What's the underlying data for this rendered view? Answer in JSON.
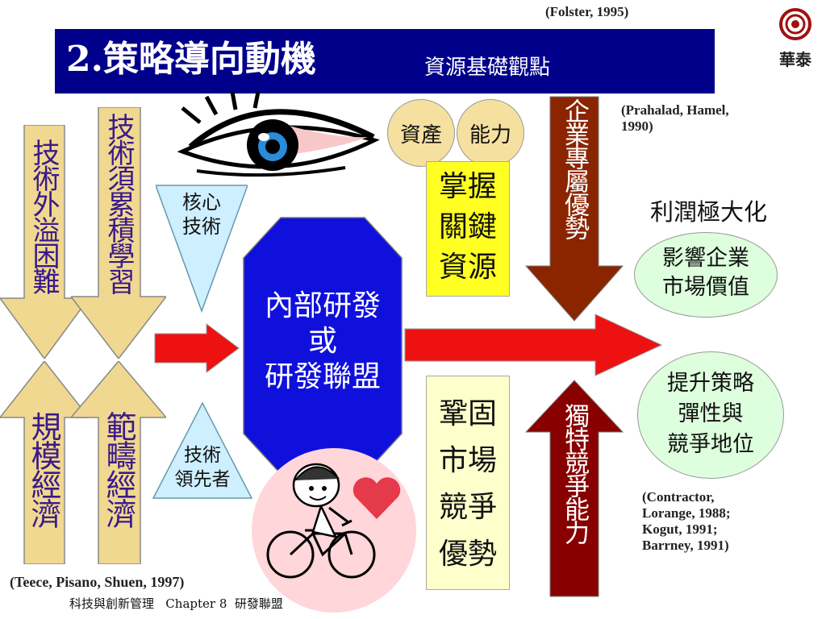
{
  "citations": {
    "folster": "(Folster, 1995)",
    "prahalad_line1": "(Prahalad, Hamel,",
    "prahalad_line2": "1990)",
    "contractor_lines": [
      "(Contractor,",
      "Lorange, 1988;",
      "Kogut, 1991;",
      "Barrney, 1991)"
    ],
    "teece": "(Teece, Pisano, Shuen, 1997)"
  },
  "logo": {
    "text": "華泰"
  },
  "title": {
    "main": "2.策略導向動機",
    "sub": "資源基礎觀點"
  },
  "left_arrows": {
    "tech_spillover": "技術外溢困難",
    "tech_learning": "技術須累積學習",
    "scale_economy": "規模經濟",
    "scope_economy": "範疇經濟"
  },
  "triangles": {
    "core_tech": [
      "核心",
      "技術"
    ],
    "tech_leader": [
      "技術",
      "領先者"
    ]
  },
  "center": {
    "lines": [
      "內部研發",
      "或",
      "研發聯盟"
    ]
  },
  "circles": {
    "assets": "資產",
    "capability": "能力"
  },
  "boxes": {
    "key_resources": [
      "掌握",
      "關鍵",
      "資源"
    ],
    "market_advantage": [
      "鞏固",
      "市場",
      "競爭",
      "優勢"
    ]
  },
  "down_arrow": {
    "text": "企業專屬優勢"
  },
  "up_arrow": {
    "text": "獨特競爭能力"
  },
  "right": {
    "profit_max": "利潤極大化",
    "market_value": [
      "影響企業",
      "市場價值"
    ],
    "strategy_flex": [
      "提升策略",
      "彈性與",
      "競爭地位"
    ]
  },
  "footer": {
    "text": "科技與創新管理   Chapter 8  研發聯盟"
  },
  "colors": {
    "title_bg": "#00008B",
    "arrow_fill": "#F0D890",
    "triangle_fill": "#CDEFFF",
    "center_fill": "#1010DD",
    "red_arrow": "#EE1111",
    "circle_fill": "#F5E0A0",
    "yellow_box": "#FFFF22",
    "light_yellow_box": "#FFFFCC",
    "down_arrow": "#8B2500",
    "up_arrow": "#880000",
    "green_ellipse": "#DDFFDD",
    "pink_circle": "#FFD6DA"
  }
}
